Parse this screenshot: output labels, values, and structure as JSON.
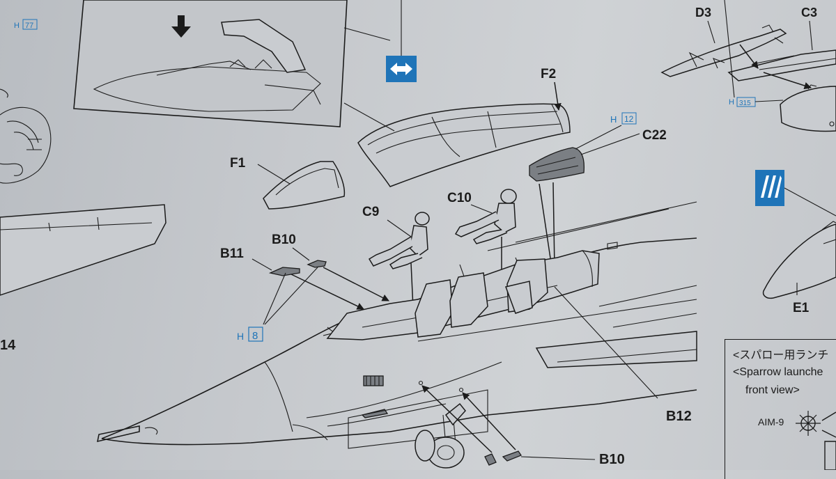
{
  "step_number": "14",
  "labels": {
    "f2": "F2",
    "f1": "F1",
    "c22": "C22",
    "c9": "C9",
    "c10": "C10",
    "b10_top": "B10",
    "b11": "B11",
    "b12": "B12",
    "b10_bottom": "B10",
    "d3": "D3",
    "c3": "C3",
    "e1": "E1"
  },
  "paint_refs": {
    "h77": {
      "prefix": "H",
      "num": "77"
    },
    "h12": {
      "prefix": "H",
      "num": "12"
    },
    "h8": {
      "prefix": "H",
      "num": "8"
    },
    "h315": {
      "prefix": "H",
      "num": "315"
    }
  },
  "note": {
    "line1": "<スパロー用ランチ",
    "line2": "<Sparrow launche",
    "line3": "front view>",
    "missile": "AIM-9"
  },
  "colors": {
    "paint_ref_blue": "#1f74b8",
    "symbol_blue": "#1f74b8",
    "ink": "#1b1b1b"
  },
  "icons": [
    "down-arrow-icon",
    "double-arrow-icon",
    "decal-stripe-icon"
  ]
}
